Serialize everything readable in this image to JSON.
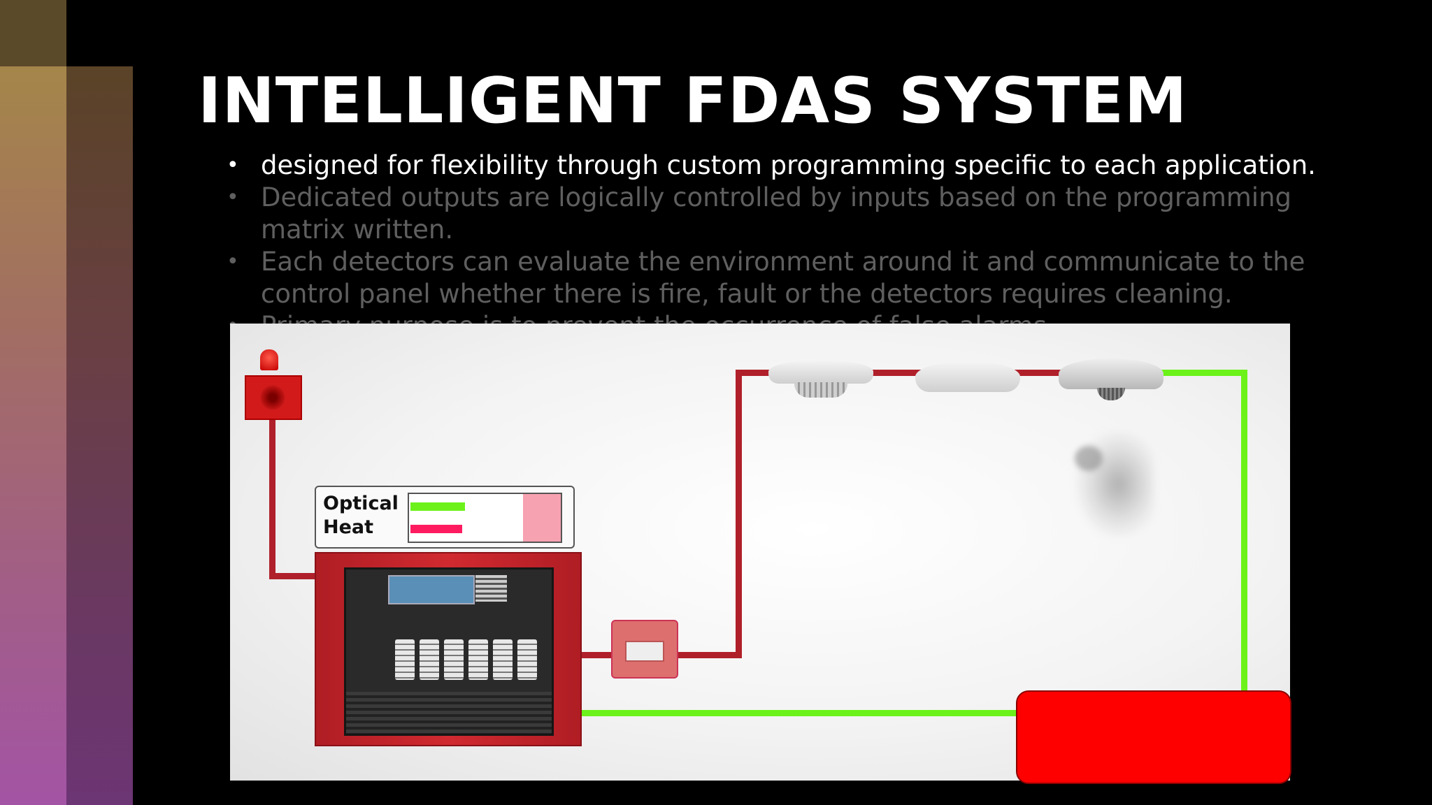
{
  "slide": {
    "title": "INTELLIGENT FDAS SYSTEM",
    "bullets": [
      "designed for flexibility through custom programming specific to each application.",
      "Dedicated outputs are logically controlled by inputs based on the programming matrix written.",
      "Each detectors can evaluate the environment around it and communicate to the control panel whether there is fire, fault or the detectors requires cleaning.",
      "Primary purpose is to prevent the occurrence of false alarms."
    ]
  },
  "diagram": {
    "status_panel": {
      "optical_label": "Optical",
      "heat_label": "Heat",
      "optical_level": 0.36,
      "heat_level": 0.34,
      "optical_color": "#6cf21a",
      "heat_color": "#ff1b60"
    },
    "colors": {
      "wire_red": "#b0202a",
      "wire_green": "#6cf21a",
      "alert": "#ff0000"
    },
    "icons": [
      "strobe-sounder-icon",
      "fire-alarm-control-panel",
      "manual-call-point-icon",
      "heat-detector-icon",
      "smoke-detector-icon",
      "multi-sensor-detector-icon"
    ]
  }
}
